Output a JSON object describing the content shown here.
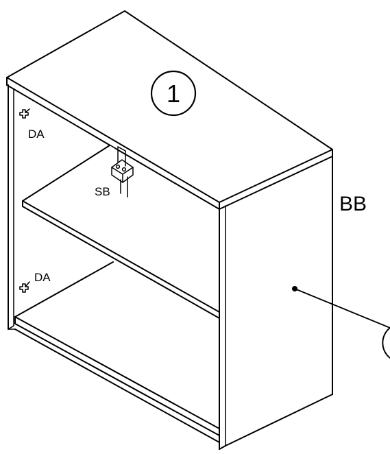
{
  "diagram": {
    "step_number": "1",
    "labels": {
      "da_top": "DA",
      "da_bottom": "DA",
      "sb": "SB",
      "bb": "BB"
    },
    "colors": {
      "line": "#000000",
      "background": "#ffffff"
    }
  }
}
